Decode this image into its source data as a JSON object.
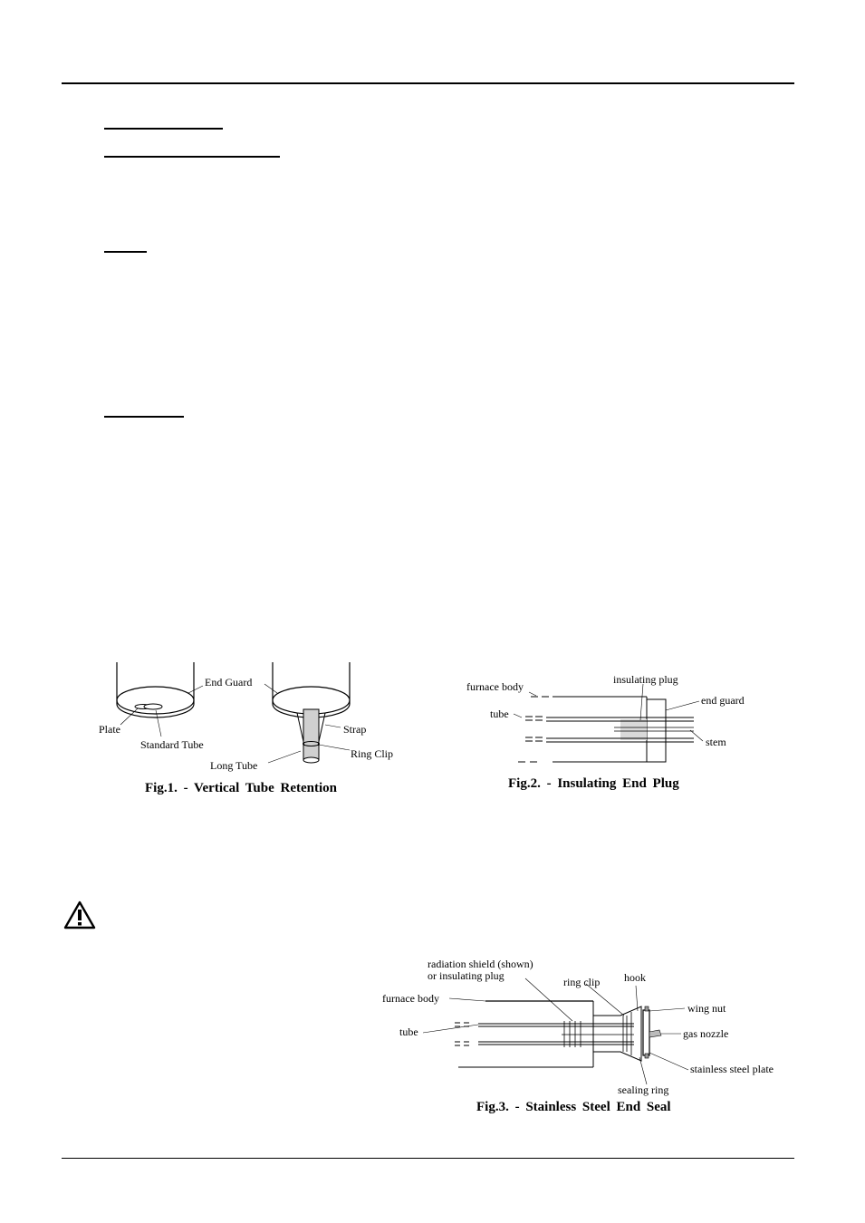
{
  "fig1": {
    "caption": "Fig.1.  -  Vertical  Tube  Retention",
    "labels": {
      "end_guard": "End  Guard",
      "plate": "Plate",
      "standard_tube": "Standard  Tube",
      "strap": "Strap",
      "ring_clip": "Ring  Clip",
      "long_tube": "Long  Tube"
    }
  },
  "fig2": {
    "caption": "Fig.2.  -    Insulating  End  Plug",
    "labels": {
      "furnace_body": "furnace  body",
      "insulating_plug": "insulating  plug",
      "end_guard": "end  guard",
      "tube": "tube",
      "stem": "stem"
    }
  },
  "fig3": {
    "caption": "Fig.3.  -  Stainless  Steel  End  Seal",
    "labels": {
      "radiation_shield_1": "radiation  shield  (shown)",
      "radiation_shield_2": "or  insulating  plug",
      "ring_clip": "ring  clip",
      "hook": "hook",
      "furnace_body": "furnace  body",
      "wing_nut": "wing  nut",
      "tube": "tube",
      "gas_nozzle": "gas  nozzle",
      "stainless_steel_plate": "stainless  steel  plate",
      "sealing_ring": "sealing  ring"
    }
  },
  "warning": {
    "icon": "warning-triangle-icon"
  }
}
